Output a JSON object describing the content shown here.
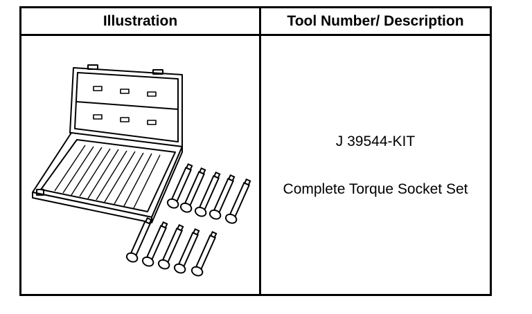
{
  "table": {
    "headers": {
      "illustration": "Illustration",
      "tool": "Tool Number/ Description"
    },
    "rows": [
      {
        "illustration_icon": "torque-socket-set-case-illustration",
        "tool_number": "J 39544-KIT",
        "description": "Complete Torque Socket Set"
      }
    ]
  }
}
